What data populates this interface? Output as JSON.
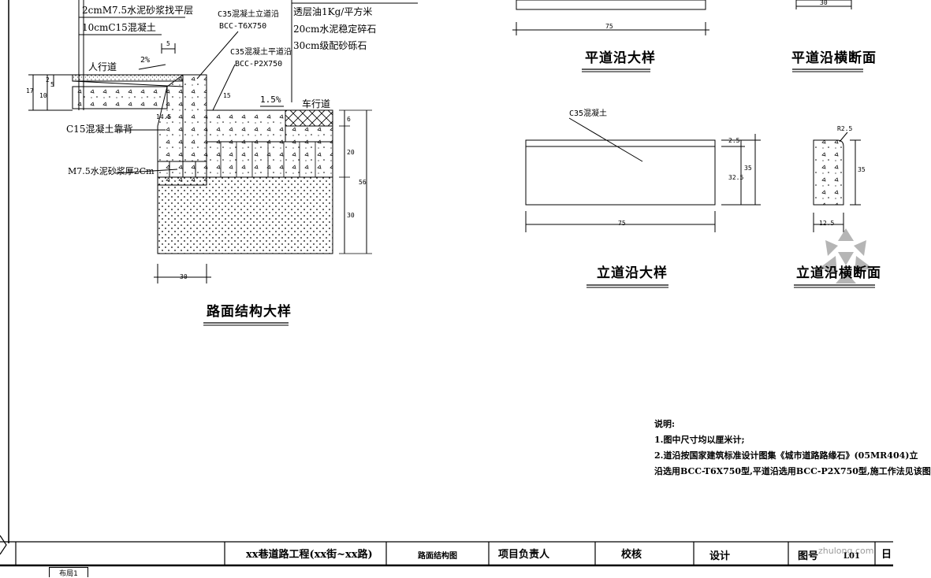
{
  "colors": {
    "line": "#000000",
    "background": "#ffffff",
    "watermark": "#9a9a9a"
  },
  "section_detail": {
    "title": "路面结构大样",
    "layers": [
      "2cmM7.5水泥砂浆找平层",
      "10cmC15混凝土"
    ],
    "right_layers": [
      "透层油1Kg/平方米",
      "20cm水泥稳定碎石",
      "30cm级配砂砾石"
    ],
    "curb_label": "C35混凝土立道沿",
    "curb_code": "BCC-T6X750",
    "flat_label": "C35混凝土平道沿",
    "flat_code": "BCC-P2X750",
    "sidewalk": "人行道",
    "slope_left": "2%",
    "slope_right": "1.5%",
    "carriageway": "车行道",
    "backing": "C15混凝土靠背",
    "mortar": "M7.5水泥砂浆厚2Cm",
    "dim_5": "5",
    "dim_15": "15",
    "dim_left_17": "17",
    "dim_left_10": "10",
    "dim_left_2": "2",
    "dim_left_5": "5",
    "dim_14": "14.5",
    "dim_r6": "6",
    "dim_r20": "20",
    "dim_r30": "30",
    "dim_r56": "56",
    "dim_bottom": "30"
  },
  "flat_curb": {
    "title": "平道沿大样",
    "dim": "75"
  },
  "flat_curb_section": {
    "title": "平道沿横断面",
    "dim": "30"
  },
  "vertical_curb": {
    "title": "立道沿大样",
    "material": "C35混凝土",
    "dim_width": "75",
    "dim_2": "2.5",
    "dim_32": "32.5",
    "dim_35": "35"
  },
  "vertical_curb_section": {
    "title": "立道沿横断面",
    "dim_width": "12.5",
    "dim_r": "R2.5",
    "dim_h": "35"
  },
  "notes": {
    "heading": "说明:",
    "line1": "1.图中尺寸均以厘米计;",
    "line2": "2.道沿按国家建筑标准设计图集《城市道路路缘石》(05MR404)立",
    "line3": "沿选用BCC-T6X750型,平道沿选用BCC-P2X750型,施工作法见该图"
  },
  "title_block": {
    "project": "xx巷道路工程(xx街~xx路)",
    "drawing": "路面结构图",
    "leader": "项目负责人",
    "check": "校核",
    "design": "设计",
    "number": "图号",
    "number_value": "L01",
    "date_partial": "日"
  },
  "layout_tab": {
    "label": "布局1"
  },
  "watermark": {
    "text": "zhulong.com"
  }
}
